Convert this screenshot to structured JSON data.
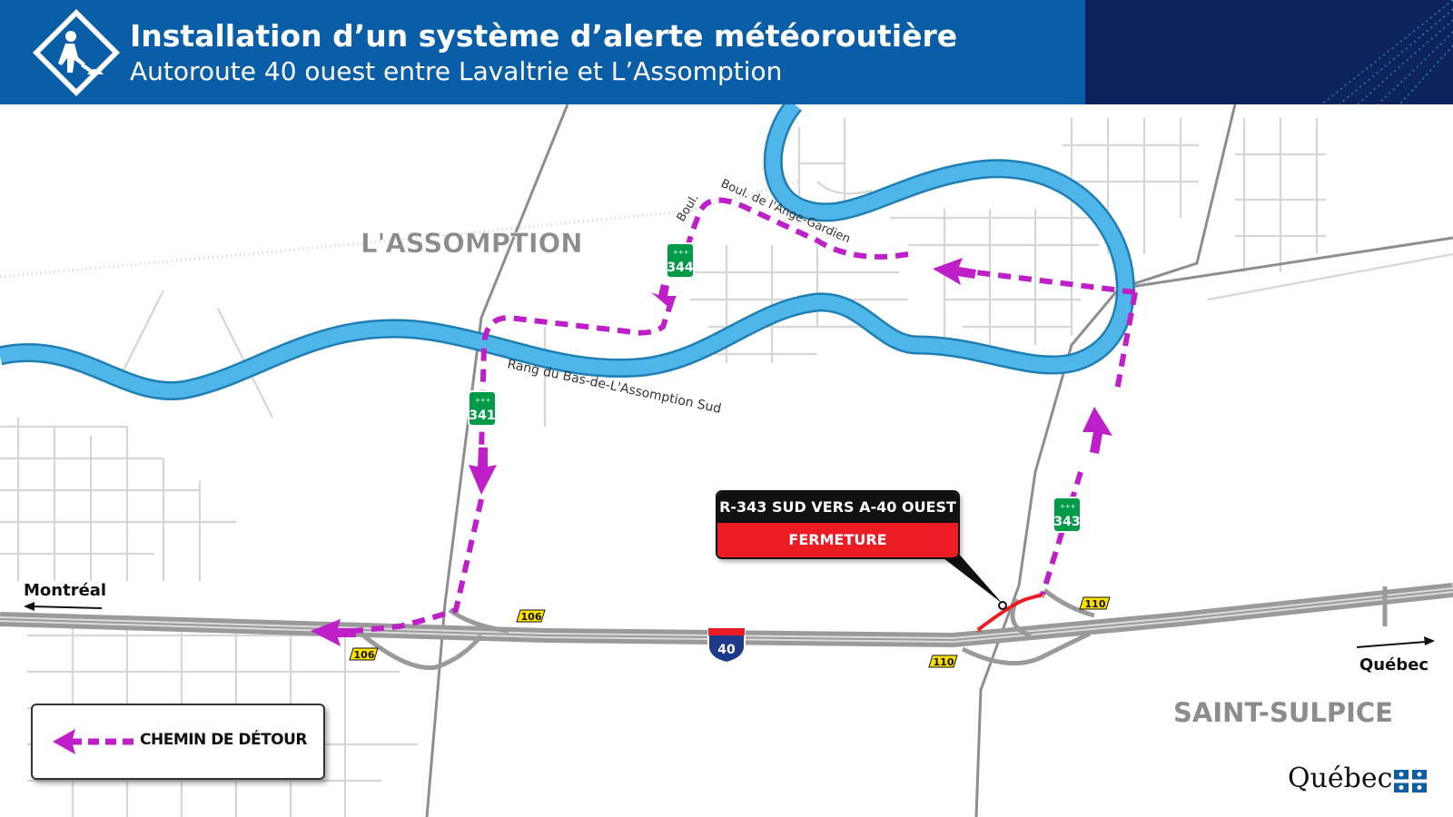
{
  "header": {
    "title": "Installation d’un système d’alerte météoroutière",
    "subtitle": "Autoroute 40 ouest entre Lavaltrie et L’Assomption",
    "icon": "road-work-icon",
    "colors": {
      "primary": "#0a5ea8",
      "secondary": "#0c2459"
    }
  },
  "map": {
    "places": {
      "lassomption": "L'ASSOMPTION",
      "saint_sulpice": "SAINT-SULPICE"
    },
    "streets": {
      "ange_gardien": "Boul. de l'Ange-Gardien",
      "rang_bas": "Rang du Bas-de-L'Assomption Sud"
    },
    "directions": {
      "west": "Montréal",
      "east": "Québec"
    },
    "routes": {
      "r341": "341",
      "r343": "343",
      "r344": "344",
      "a40": "40",
      "exit_106_a": "106",
      "exit_106_b": "106",
      "exit_110_a": "110",
      "exit_110_b": "110"
    },
    "colors": {
      "river": "#4eb6e8",
      "river_edge": "#1f7fb5",
      "detour": "#bf1fc9",
      "closure": "#ec1c24",
      "highway": "#9a9a9a",
      "route_shield": "#009a49",
      "exit_badge": "#ffe100"
    }
  },
  "callout": {
    "heading": "R-343 SUD VERS A-40 OUEST",
    "status": "FERMETURE"
  },
  "legend": {
    "label": "CHEMIN DE DÉTOUR"
  },
  "branding": {
    "logo_text": "Québec"
  }
}
